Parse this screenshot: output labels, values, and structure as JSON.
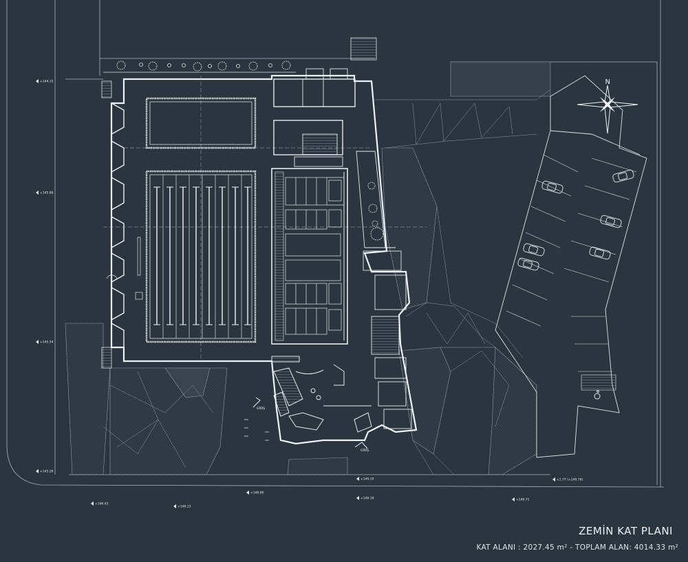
{
  "title": "ZEMİN KAT PLANI",
  "area_text": "KAT ALANI : 2027.45 m² - TOPLAM ALAN: 4014.33 m²",
  "compass_label": "N",
  "entrance_labels": [
    "GİRİŞ",
    "GİRİŞ"
  ],
  "elevations": [
    "+144.15",
    "+145.88",
    "+145.54",
    "+145.26",
    "+146.43",
    "+146.80",
    "+146.13",
    "+146.10",
    "+146.18",
    "+146.71",
    "+1.77 (+149.78)"
  ],
  "colors": {
    "background": "#2b3540",
    "line": "#e6ebef",
    "hatch": "#5d6873"
  },
  "icons": [
    "north-arrow-icon",
    "car-icon",
    "tree-icon",
    "accessible-parking-icon",
    "entrance-arrow-icon"
  ]
}
